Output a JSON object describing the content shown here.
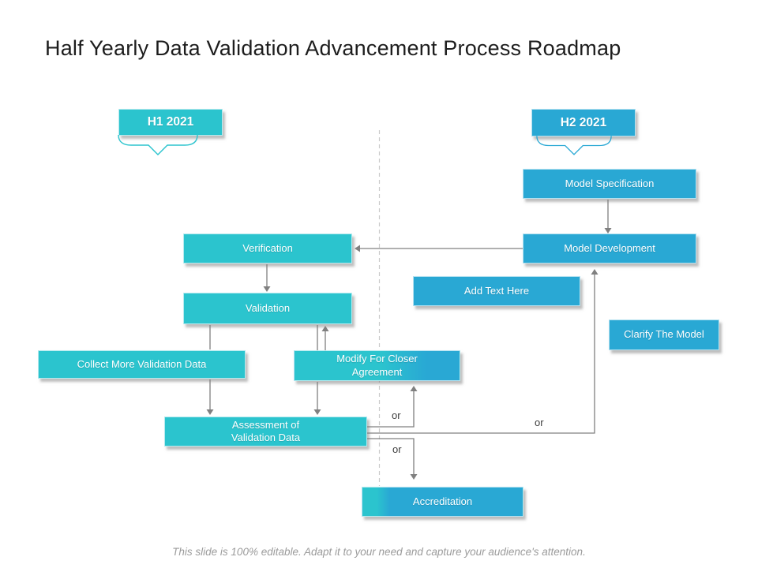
{
  "slide": {
    "title": "Half Yearly Data Validation Advancement Process Roadmap",
    "footer": "This slide is 100% editable. Adapt it to your need and capture your audience's attention."
  },
  "timeline": {
    "h1": {
      "label": "H1 2021"
    },
    "h2": {
      "label": "H2 2021"
    }
  },
  "boxes": {
    "model_specification": {
      "label": "Model Specification"
    },
    "model_development": {
      "label": "Model Development"
    },
    "verification": {
      "label": "Verification"
    },
    "validation": {
      "label": "Validation"
    },
    "add_text_here": {
      "label": "Add Text Here"
    },
    "clarify_the_model": {
      "label": "Clarify The Model"
    },
    "collect_more_validation_data": {
      "label": "Collect More Validation Data"
    },
    "modify_for_closer_agreement": {
      "line1": "Modify For Closer",
      "line2": "Agreement"
    },
    "assessment_of_validation_data": {
      "line1": "Assessment of",
      "line2": "Validation Data"
    },
    "accreditation": {
      "label": "Accreditation"
    }
  },
  "connector_labels": {
    "or_to_modify": "or",
    "or_to_model_development": "or",
    "or_to_accreditation": "or"
  },
  "colors": {
    "teal": "#2bc4ce",
    "blue": "#29a8d4",
    "connector_gray": "#808080",
    "dashed_divider": "#cbcbcb",
    "title_text": "#1d1d1d",
    "footer_text": "#9b9b9b"
  }
}
